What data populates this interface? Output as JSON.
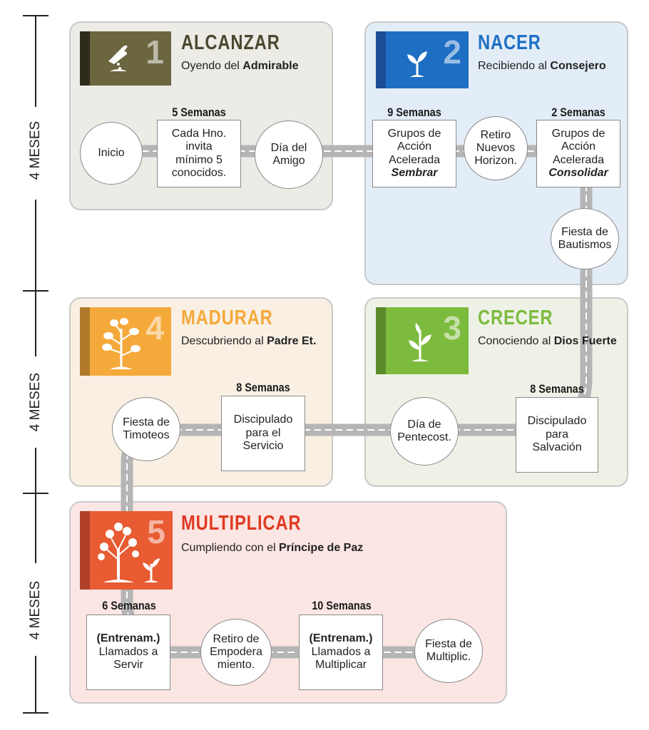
{
  "timeline": {
    "period_labels": [
      "4 MESES",
      "4 MESES",
      "4 MESES"
    ]
  },
  "colors": {
    "stage1": "#6b6640",
    "stage2": "#1e6fc4",
    "stage3": "#7dbb3f",
    "stage4": "#f5a93b",
    "stage5": "#e85b33",
    "panel1": "#ecebe6",
    "panel2": "#e3edf7",
    "panel3": "#eef2e6",
    "panel4": "#f9f0e3",
    "panel5": "#fbe6e3"
  },
  "stages": {
    "s1": {
      "number": "1",
      "title": "ALCANZAR",
      "sub_pre": "Oyendo del ",
      "sub_bold": "Admirable",
      "icon": "hand-sowing-seed-icon"
    },
    "s2": {
      "number": "2",
      "title": "NACER",
      "sub_pre": "Recibiendo al ",
      "sub_bold": "Consejero",
      "icon": "sprout-icon"
    },
    "s3": {
      "number": "3",
      "title": "CRECER",
      "sub_pre": "Conociendo al ",
      "sub_bold": "Dios Fuerte",
      "icon": "young-plant-icon"
    },
    "s4": {
      "number": "4",
      "title": "MADURAR",
      "sub_pre": "Descubriendo al ",
      "sub_bold": "Padre Et.",
      "icon": "leafy-plant-icon"
    },
    "s5": {
      "number": "5",
      "title": "MULTIPLICAR",
      "sub_pre": "Cumpliendo con el ",
      "sub_bold": "Príncipe de Paz",
      "icon": "tree-and-sapling-icon"
    }
  },
  "steps": {
    "inicio": "Inicio",
    "invita": {
      "weeks": "5 Semanas",
      "text": "Cada Hno.\ninvita\nmínimo 5\nconocidos."
    },
    "dia_amigo": "Día del\nAmigo",
    "sembrar": {
      "weeks": "9 Semanas",
      "text": "Grupos de\nAcción\nAcelerada",
      "em": "Sembrar"
    },
    "retiro_nh": "Retiro\nNuevos\nHorizon.",
    "consolidar": {
      "weeks": "2 Semanas",
      "text": "Grupos de\nAcción\nAcelerada",
      "em": "Consolidar"
    },
    "bautismos": "Fiesta de\nBautismos",
    "salvacion": {
      "weeks": "8 Semanas",
      "text": "Discipulado\npara\nSalvación"
    },
    "pentecost": "Día de\nPentecost.",
    "servicio": {
      "weeks": "8 Semanas",
      "text": "Discipulado\npara el\nServicio"
    },
    "timoteos": "Fiesta de\nTimoteos",
    "servir": {
      "weeks": "6 Semanas",
      "bold": "(Entrenam.)",
      "text": "Llamados a\nServir"
    },
    "empodera": "Retiro de\nEmpodera\nmiento.",
    "multiplicar": {
      "weeks": "10 Semanas",
      "bold": "(Entrenam.)",
      "text": "Llamados a\nMultiplicar"
    },
    "multiplic": "Fiesta de\nMultiplic."
  }
}
